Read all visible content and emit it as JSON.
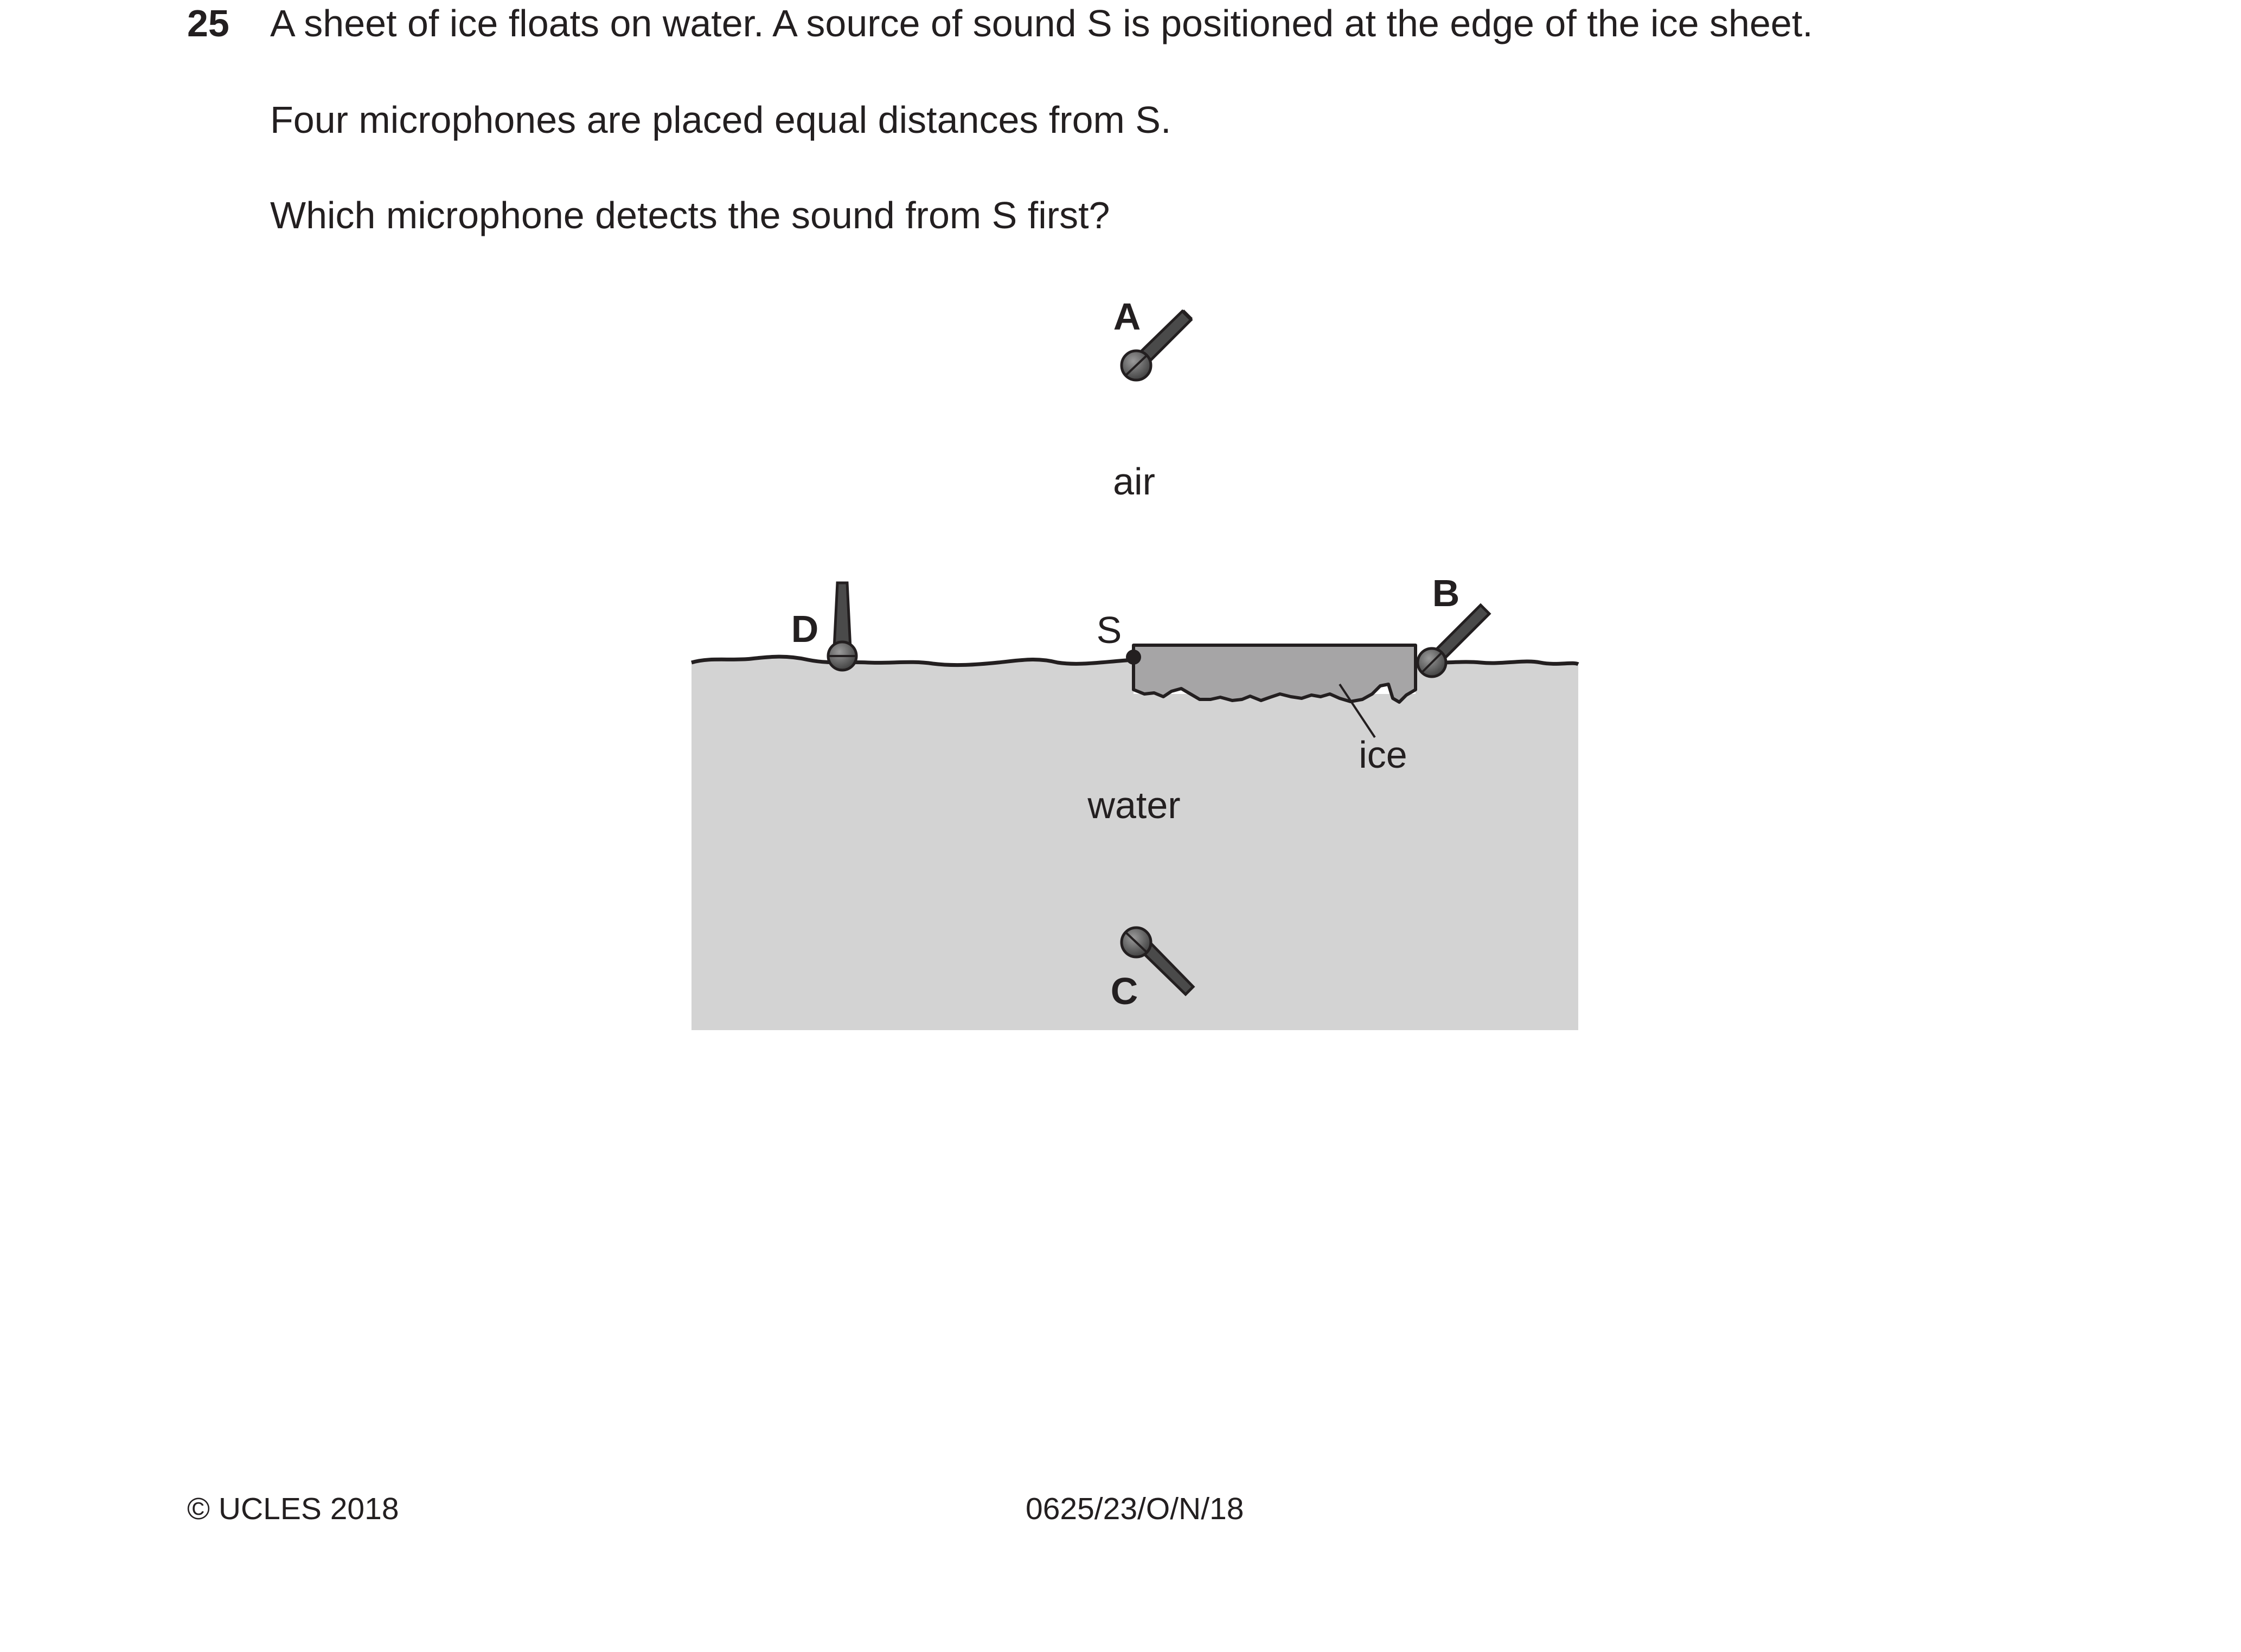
{
  "question": {
    "number": "25",
    "lines": [
      "A sheet of ice floats on water. A source of sound S is positioned at the edge of the ice sheet.",
      "Four microphones are placed equal distances from S.",
      "Which microphone detects the sound from S first?"
    ]
  },
  "diagram": {
    "labels": {
      "mic_a": "A",
      "mic_b": "B",
      "mic_c": "C",
      "mic_d": "D",
      "source": "S",
      "air": "air",
      "water": "water",
      "ice": "ice"
    },
    "colors": {
      "water": "#d3d3d3",
      "ice": "#a6a5a6",
      "microphone": "#4a4a4a",
      "outline": "#231f20"
    }
  },
  "footer": {
    "copyright": "© UCLES 2018",
    "paper_code": "0625/23/O/N/18"
  }
}
